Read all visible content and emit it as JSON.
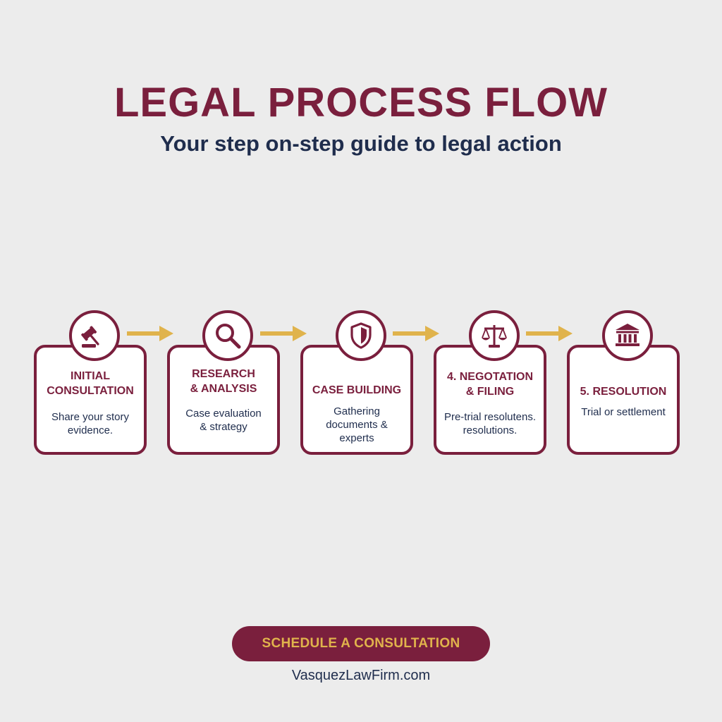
{
  "header": {
    "title": "LEGAL PROCESS FLOW",
    "subtitle": "Your step on-step guide to legal action"
  },
  "steps": [
    {
      "icon": "gavel-icon",
      "title": "INITIAL\nCONSULTATION",
      "description": "Share your story\nevidence."
    },
    {
      "icon": "magnifying-glass-icon",
      "title": "RESEARCH\n& ANALYSIS",
      "description": "Case evaluation\n& strategy"
    },
    {
      "icon": "shield-icon",
      "title": "CASE BUILDING",
      "description": "Gathering\ndocuments &\nexperts"
    },
    {
      "icon": "scales-icon",
      "title": "4. NEGOTATION\n& FILING",
      "description": "Pre-trial resolutens.\nresolutions."
    },
    {
      "icon": "courthouse-icon",
      "title": "5. RESOLUTION",
      "description": "Trial or settlement"
    }
  ],
  "cta": {
    "label": "SCHEDULE A CONSULTATION"
  },
  "footer": {
    "website": "VasquezLawFirm.com"
  },
  "colors": {
    "maroon": "#7a1f3d",
    "navy": "#1f2d4d",
    "gold": "#e0b34c",
    "background": "#ececec"
  }
}
